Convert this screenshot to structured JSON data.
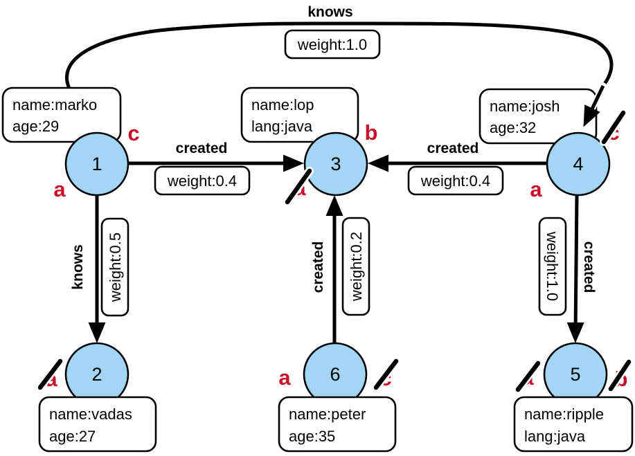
{
  "colors": {
    "node_fill": "#a3d6f5",
    "node_stroke": "#000000",
    "edge": "#000000",
    "box_fill": "#ffffff",
    "marker_red": "#c8112a"
  },
  "nodes": {
    "v1": {
      "id": "1",
      "props": {
        "line1": "name:marko",
        "line2": "age:29"
      }
    },
    "v2": {
      "id": "2",
      "props": {
        "line1": "name:vadas",
        "line2": "age:27"
      }
    },
    "v3": {
      "id": "3",
      "props": {
        "line1": "name:lop",
        "line2": "lang:java"
      }
    },
    "v4": {
      "id": "4",
      "props": {
        "line1": "name:josh",
        "line2": "age:32"
      }
    },
    "v5": {
      "id": "5",
      "props": {
        "line1": "name:ripple",
        "line2": "lang:java"
      }
    },
    "v6": {
      "id": "6",
      "props": {
        "line1": "name:peter",
        "line2": "age:35"
      }
    }
  },
  "edges": {
    "knows_1_4": {
      "label": "knows",
      "weight": "weight:1.0"
    },
    "created_1_3": {
      "label": "created",
      "weight": "weight:0.4"
    },
    "created_4_3": {
      "label": "created",
      "weight": "weight:0.4"
    },
    "knows_1_2": {
      "label": "knows",
      "weight": "weight:0.5"
    },
    "created_6_3": {
      "label": "created",
      "weight": "weight:0.2"
    },
    "created_4_5": {
      "label": "created",
      "weight": "weight:1.0"
    }
  },
  "red_markers": {
    "v1_c": {
      "label": "c",
      "struck": false
    },
    "v1_a": {
      "label": "a",
      "struck": false
    },
    "v3_b": {
      "label": "b",
      "struck": false
    },
    "v3_a": {
      "label": "a",
      "struck": true
    },
    "v4_c": {
      "label": "c",
      "struck": true
    },
    "v4_a": {
      "label": "a",
      "struck": false
    },
    "v2_a": {
      "label": "a",
      "struck": true
    },
    "v6_a": {
      "label": "a",
      "struck": false
    },
    "v6_c": {
      "label": "c",
      "struck": true
    },
    "v5_a": {
      "label": "a",
      "struck": true
    },
    "v5_b": {
      "label": "b",
      "struck": true
    }
  }
}
